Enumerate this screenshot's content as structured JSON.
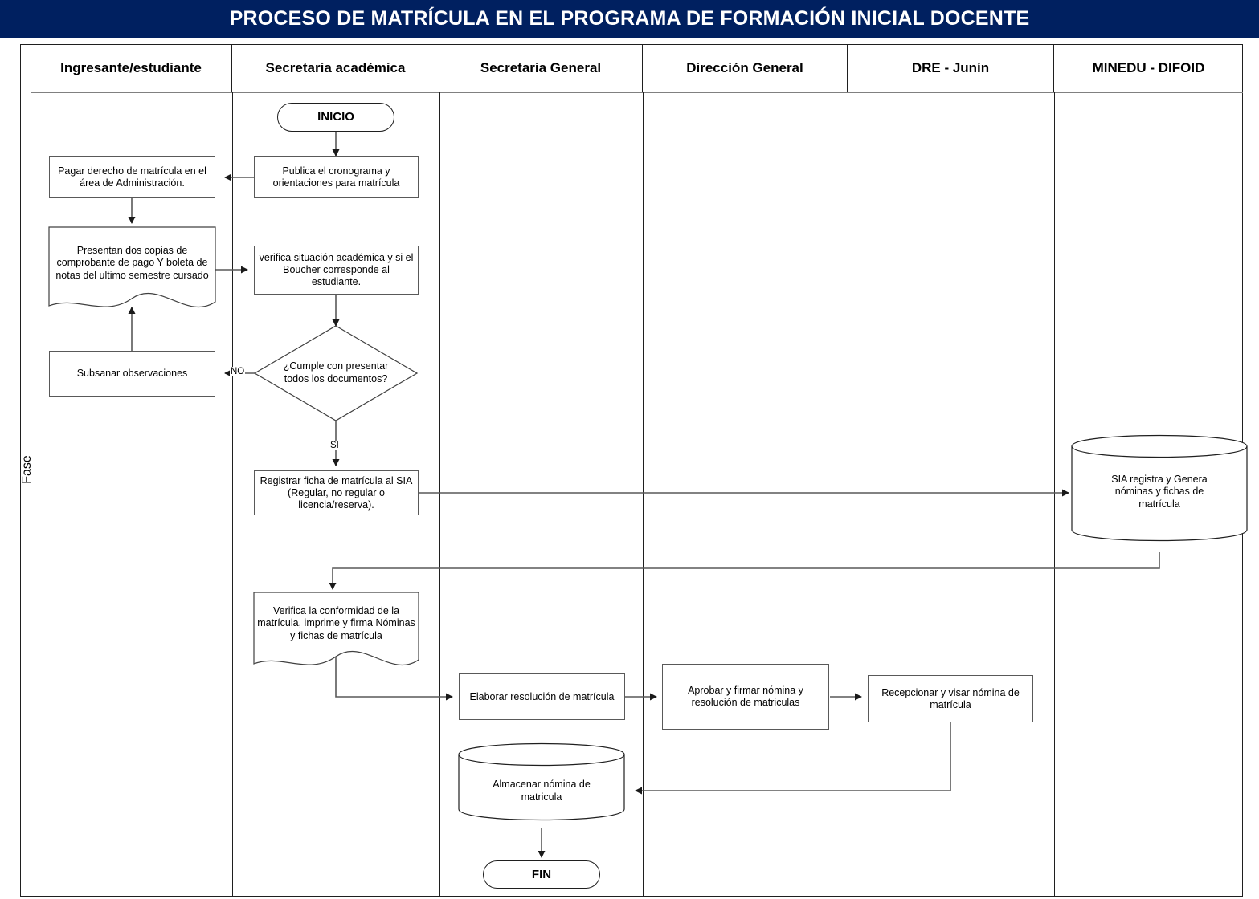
{
  "header": {
    "title": "PROCESO DE MATRÍCULA EN EL PROGRAMA DE FORMACIÓN INICIAL DOCENTE",
    "title_bg": "#002060",
    "title_color": "#ffffff"
  },
  "phase_label": "Fase",
  "lanes": [
    {
      "id": "ingresante",
      "label": "Ingresante/estudiante"
    },
    {
      "id": "secretaria-academica",
      "label": "Secretaria académica"
    },
    {
      "id": "secretaria-general",
      "label": "Secretaria General"
    },
    {
      "id": "direccion-general",
      "label": "Dirección General"
    },
    {
      "id": "dre-junin",
      "label": "DRE - Junín"
    },
    {
      "id": "minedu-difoid",
      "label": "MINEDU - DIFOID"
    }
  ],
  "nodes": {
    "inicio": {
      "label": "INICIO",
      "shape": "terminator",
      "lane": "secretaria-academica"
    },
    "publica": {
      "label": "Publica el cronograma y orientaciones para matrícula",
      "shape": "process",
      "lane": "secretaria-academica"
    },
    "pagar": {
      "label": "Pagar derecho de matrícula en el área de Administración.",
      "shape": "process",
      "lane": "ingresante"
    },
    "presentan": {
      "label": "Presentan dos copias de comprobante de pago Y boleta de notas del ultimo semestre cursado",
      "shape": "document",
      "lane": "ingresante"
    },
    "verifica": {
      "label": "verifica situación académica y si el Boucher corresponde al estudiante.",
      "shape": "process",
      "lane": "secretaria-academica"
    },
    "decision": {
      "label": "¿Cumple con presentar todos los documentos?",
      "shape": "decision",
      "lane": "secretaria-academica"
    },
    "subsanar": {
      "label": "Subsanar observaciones",
      "shape": "process",
      "lane": "ingresante"
    },
    "registrar": {
      "label": "Registrar ficha de matrícula al SIA (Regular, no regular o licencia/reserva).",
      "shape": "process",
      "lane": "secretaria-academica"
    },
    "sia": {
      "label": "SIA registra y Genera nóminas y fichas de matrícula",
      "shape": "database",
      "lane": "minedu-difoid"
    },
    "conformidad": {
      "label": "Verifica la conformidad de la matrícula, imprime y firma Nóminas y fichas de matrícula",
      "shape": "document",
      "lane": "secretaria-academica"
    },
    "elaborar": {
      "label": "Elaborar resolución de matrícula",
      "shape": "process",
      "lane": "secretaria-general"
    },
    "aprobar": {
      "label": "Aprobar y firmar nómina y resolución de matriculas",
      "shape": "process",
      "lane": "direccion-general"
    },
    "recepcionar": {
      "label": "Recepcionar y visar nómina de matrícula",
      "shape": "process",
      "lane": "dre-junin"
    },
    "almacenar": {
      "label": "Almacenar nómina de matricula",
      "shape": "database",
      "lane": "secretaria-general"
    },
    "fin": {
      "label": "FIN",
      "shape": "terminator",
      "lane": "secretaria-general"
    }
  },
  "edge_labels": {
    "no": "NO",
    "si": "SI"
  },
  "colors": {
    "title_bar": "#002060",
    "node_border": "#595959",
    "connector": "#595959",
    "frame_border": "#1f1f1f",
    "phase_divider": "#7d7530"
  }
}
